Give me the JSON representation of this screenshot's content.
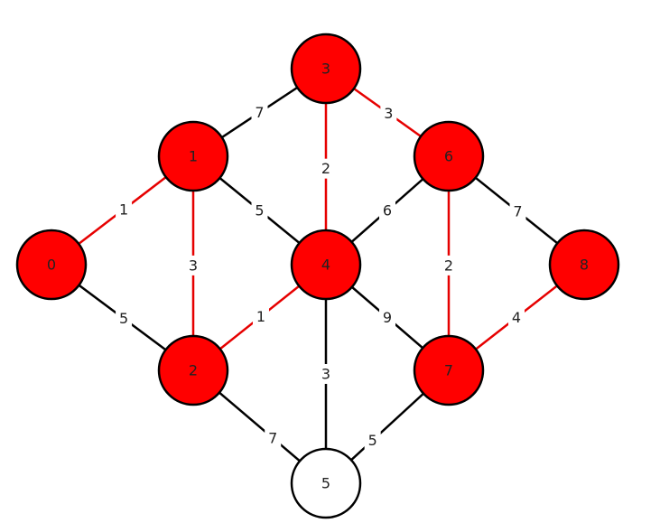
{
  "colors": {
    "node_visited": "#ff0000",
    "node_unvisited": "#ffffff",
    "node_stroke": "#000000",
    "edge_tree": "#e60000",
    "edge_default": "#000000",
    "label_bg": "#ffffff"
  },
  "nodes": [
    {
      "id": "0",
      "label": "0",
      "visited": true
    },
    {
      "id": "1",
      "label": "1",
      "visited": true
    },
    {
      "id": "2",
      "label": "2",
      "visited": true
    },
    {
      "id": "3",
      "label": "3",
      "visited": true
    },
    {
      "id": "4",
      "label": "4",
      "visited": true
    },
    {
      "id": "5",
      "label": "5",
      "visited": false
    },
    {
      "id": "6",
      "label": "6",
      "visited": true
    },
    {
      "id": "7",
      "label": "7",
      "visited": true
    },
    {
      "id": "8",
      "label": "8",
      "visited": true
    }
  ],
  "edges": [
    {
      "from": "0",
      "to": "1",
      "weight": "1",
      "highlight": true
    },
    {
      "from": "0",
      "to": "2",
      "weight": "5",
      "highlight": false
    },
    {
      "from": "1",
      "to": "2",
      "weight": "3",
      "highlight": true
    },
    {
      "from": "1",
      "to": "3",
      "weight": "7",
      "highlight": false
    },
    {
      "from": "1",
      "to": "4",
      "weight": "5",
      "highlight": false
    },
    {
      "from": "2",
      "to": "4",
      "weight": "1",
      "highlight": true
    },
    {
      "from": "2",
      "to": "5",
      "weight": "7",
      "highlight": false
    },
    {
      "from": "3",
      "to": "4",
      "weight": "2",
      "highlight": true
    },
    {
      "from": "3",
      "to": "6",
      "weight": "3",
      "highlight": true
    },
    {
      "from": "4",
      "to": "5",
      "weight": "3",
      "highlight": false
    },
    {
      "from": "4",
      "to": "6",
      "weight": "6",
      "highlight": false
    },
    {
      "from": "4",
      "to": "7",
      "weight": "9",
      "highlight": false
    },
    {
      "from": "5",
      "to": "7",
      "weight": "5",
      "highlight": false
    },
    {
      "from": "6",
      "to": "7",
      "weight": "2",
      "highlight": true
    },
    {
      "from": "6",
      "to": "8",
      "weight": "7",
      "highlight": false
    },
    {
      "from": "7",
      "to": "8",
      "weight": "4",
      "highlight": true
    }
  ]
}
